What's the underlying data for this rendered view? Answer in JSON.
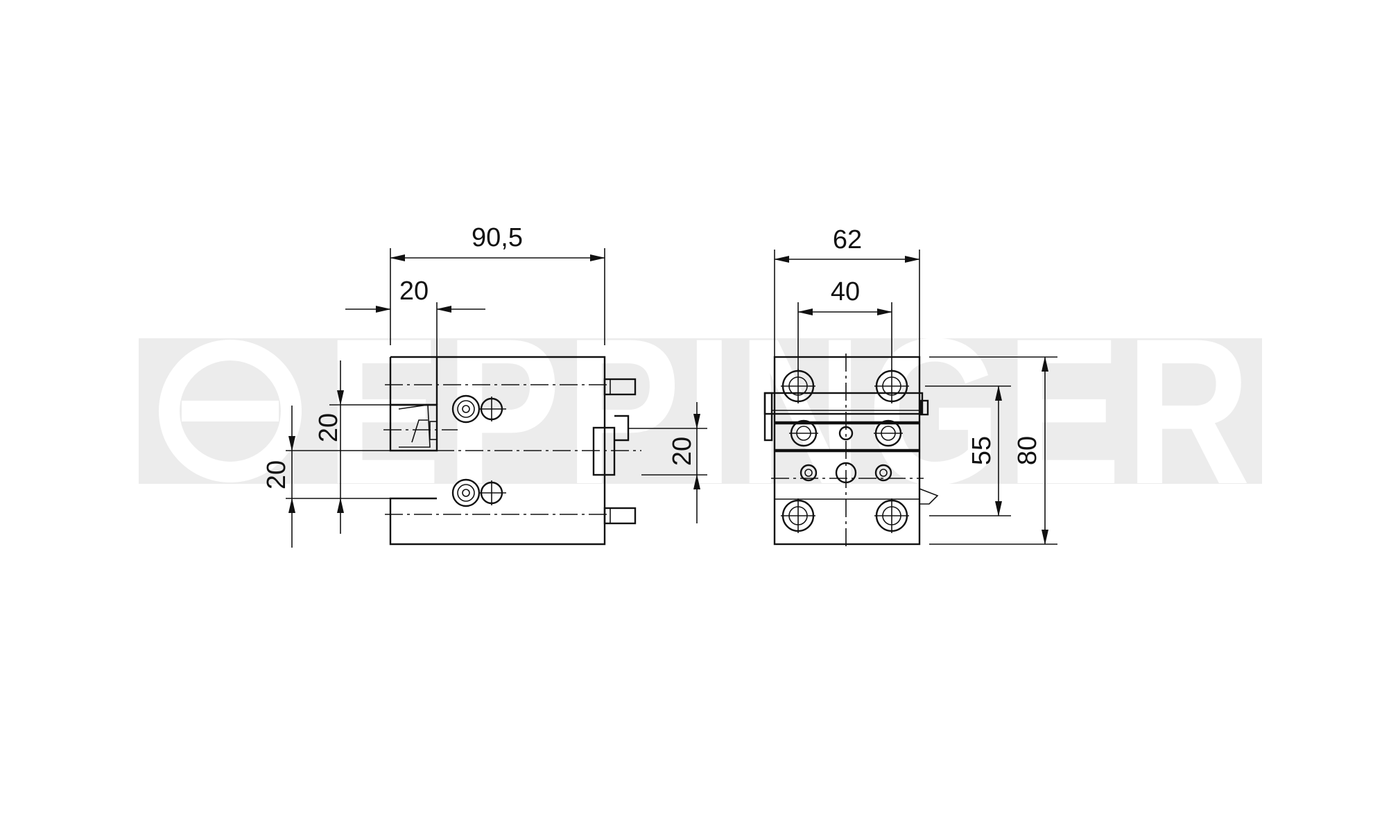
{
  "watermark": {
    "text": "EPPINGER",
    "band_color": "#ececec"
  },
  "side_view": {
    "dim_length_total": "90,5",
    "dim_length_offset": "20",
    "dim_height_inner": "20",
    "dim_height_outer": "20",
    "dim_height_right": "20"
  },
  "front_view": {
    "dim_width_total": "62",
    "dim_width_bolt": "40",
    "dim_height_bolt": "55",
    "dim_height_total": "80"
  }
}
